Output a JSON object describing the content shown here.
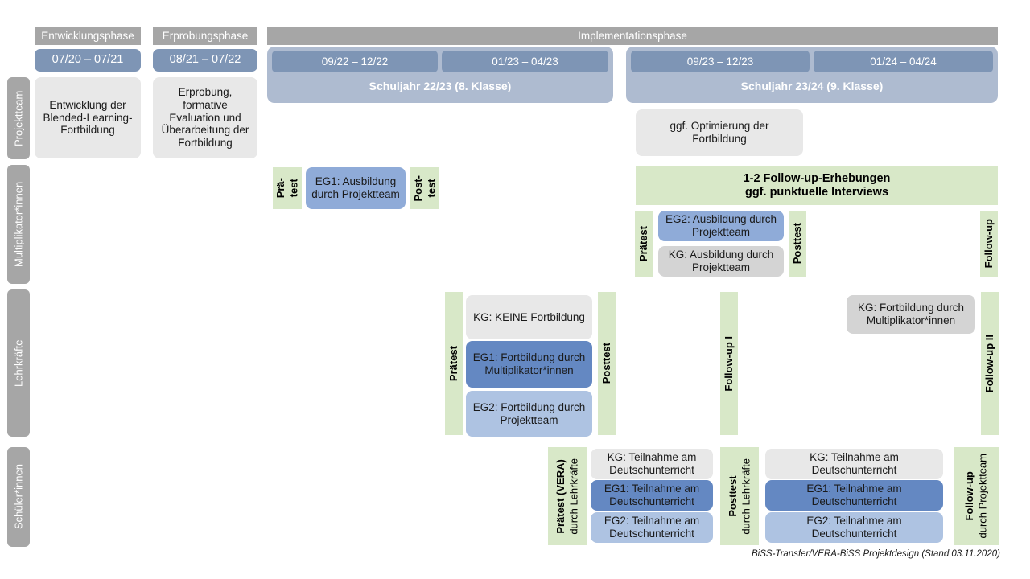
{
  "diagram": {
    "caption": "BiSS-Transfer/VERA-BiSS Projektdesign (Stand 03.11.2020)",
    "colors": {
      "phase_header": "#a6a6a6",
      "date_chip": "#7e95b5",
      "schuljahr": "#aebbd0",
      "rail": "#a6a6a6",
      "green_strip": "#d8e8c8",
      "card_grey": "#e8e8e8",
      "card_grey_dark": "#d4d4d4",
      "card_blue_dark": "#6488c2",
      "card_blue_mid": "#8fabd8",
      "card_blue_light": "#aec3e2"
    }
  },
  "phases": [
    {
      "label": "Entwicklungsphase"
    },
    {
      "label": "Erprobungsphase"
    },
    {
      "label": "Implementationsphase"
    }
  ],
  "periods": [
    {
      "label": "07/20 – 07/21"
    },
    {
      "label": "08/21 – 07/22"
    },
    {
      "label": "09/22 – 12/22"
    },
    {
      "label": "01/23 – 04/23"
    },
    {
      "label": "09/23 – 12/23"
    },
    {
      "label": "01/24 – 04/24"
    }
  ],
  "school_years": [
    {
      "label": "Schuljahr 22/23 (8. Klasse)"
    },
    {
      "label": "Schuljahr 23/24 (9. Klasse)"
    }
  ],
  "rails": [
    {
      "label": "Projektteam"
    },
    {
      "label": "Multiplikator*innen"
    },
    {
      "label": "Lehrkräfte"
    },
    {
      "label": "Schüler*innen"
    }
  ],
  "rows": {
    "projektteam": {
      "cards": [
        {
          "label": "Entwicklung der Blended-Learning-Fortbildung"
        },
        {
          "label": "Erprobung, formative Evaluation und Überarbeitung der Fortbildung"
        },
        {
          "label": "ggf. Optimierung der Fortbildung"
        }
      ]
    },
    "multiplikator": {
      "banner": {
        "line1": "1-2 Follow-up-Erhebungen",
        "line2": "ggf. punktuelle Interviews"
      },
      "tests": [
        {
          "line1": "Prä-",
          "line2": "test"
        },
        {
          "line1": "Post-",
          "line2": "test"
        },
        {
          "label": "Prätest"
        },
        {
          "label": "Posttest"
        },
        {
          "label": "Follow-up"
        }
      ],
      "cards": [
        {
          "label": "EG1: Ausbildung durch Projektteam"
        },
        {
          "label": "EG2: Ausbildung durch Projektteam"
        },
        {
          "label": "KG: Ausbildung durch Projektteam"
        }
      ]
    },
    "lehrkraefte": {
      "tests": [
        {
          "label": "Prätest"
        },
        {
          "label": "Posttest"
        },
        {
          "label": "Follow-up I"
        },
        {
          "label": "Follow-up II"
        }
      ],
      "cards": [
        {
          "label": "KG:  KEINE Fortbildung"
        },
        {
          "label": "EG1: Fortbildung durch Multiplikator*innen"
        },
        {
          "label": "EG2: Fortbildung durch Projektteam"
        },
        {
          "label": "KG: Fortbildung durch Multiplikator*innen"
        }
      ]
    },
    "schueler": {
      "tests": [
        {
          "main": "Prätest (VERA)",
          "sub": "durch Lehrkräfte"
        },
        {
          "main": "Posttest",
          "sub": "durch Lehrkräfte"
        },
        {
          "main": "Follow-up",
          "sub": "durch Projektteam"
        }
      ],
      "cards_left": [
        {
          "label": "KG: Teilnahme am Deutschunterricht"
        },
        {
          "label": "EG1: Teilnahme am Deutschunterricht"
        },
        {
          "label": "EG2: Teilnahme am Deutschunterricht"
        }
      ],
      "cards_right": [
        {
          "label": "KG: Teilnahme am Deutschunterricht"
        },
        {
          "label": "EG1: Teilnahme am Deutschunterricht"
        },
        {
          "label": "EG2: Teilnahme am Deutschunterricht"
        }
      ]
    }
  }
}
